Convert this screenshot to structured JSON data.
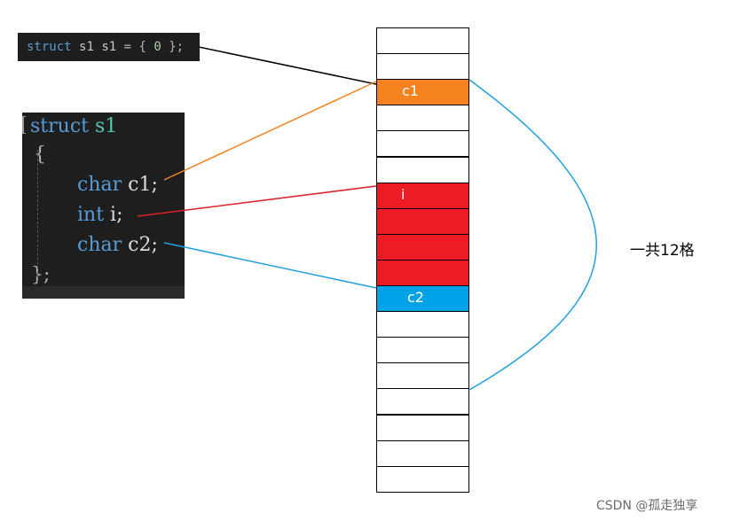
{
  "code_snippet_top": {
    "kw": "struct",
    "type": "s1",
    "var": "s1",
    "eq": "=",
    "open": "{",
    "zero": "0",
    "close": "};"
  },
  "code_snippet_struct": {
    "line1_kw": "struct",
    "line1_name": "s1",
    "line2": "{",
    "line3_type": "char",
    "line3_name": "c1;",
    "line4_type": "int",
    "line4_name": "i;",
    "line5_type": "char",
    "line5_name": "c2;",
    "line6": "};"
  },
  "memory": {
    "cells": [
      {
        "label": "",
        "color": "#ffffff"
      },
      {
        "label": "",
        "color": "#ffffff"
      },
      {
        "label": "c1",
        "color": "#f5821f"
      },
      {
        "label": "",
        "color": "#ffffff"
      },
      {
        "label": "",
        "color": "#ffffff"
      },
      {
        "label": "",
        "color": "#ffffff"
      },
      {
        "label": "i",
        "color": "#ed1c24"
      },
      {
        "label": "",
        "color": "#ed1c24"
      },
      {
        "label": "",
        "color": "#ed1c24"
      },
      {
        "label": "",
        "color": "#ed1c24"
      },
      {
        "label": "c2",
        "color": "#00a2e8"
      },
      {
        "label": "",
        "color": "#ffffff"
      },
      {
        "label": "",
        "color": "#ffffff"
      },
      {
        "label": "",
        "color": "#ffffff"
      },
      {
        "label": "",
        "color": "#ffffff"
      },
      {
        "label": "",
        "color": "#ffffff"
      },
      {
        "label": "",
        "color": "#ffffff"
      },
      {
        "label": "",
        "color": "#ffffff"
      }
    ],
    "total_label": "一共12格"
  },
  "colors": {
    "c1_line": "#f5821f",
    "i_line": "#e0202a",
    "c2_line": "#1ea1e0",
    "brace": "#1ea1e0",
    "decl_line": "#000000"
  },
  "watermark": "CSDN @孤走独享"
}
